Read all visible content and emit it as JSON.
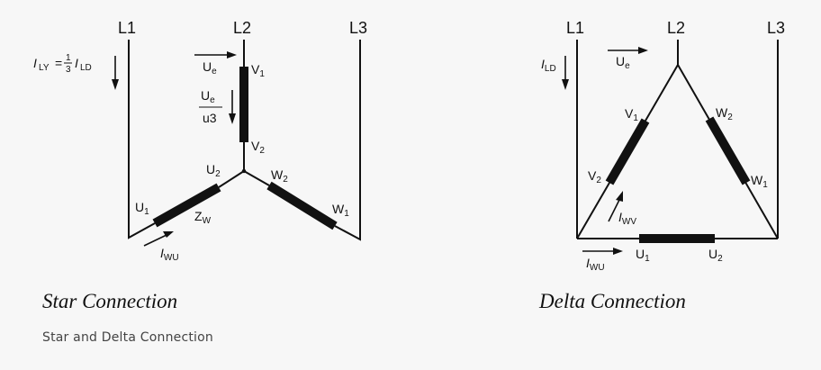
{
  "star": {
    "lines": {
      "l1": "L1",
      "l2": "L2",
      "l3": "L3"
    },
    "current_label": {
      "i": "I",
      "ly": "LY",
      "eq": "=",
      "num": "1",
      "den": "3",
      "i2": "I",
      "ld": "LD"
    },
    "ue_label": {
      "u": "U",
      "e": "e"
    },
    "phase_voltage": {
      "u": "U",
      "e": "e",
      "den": "u3"
    },
    "terminals": {
      "v1": {
        "main": "V",
        "sub": "1"
      },
      "v2": {
        "main": "V",
        "sub": "2"
      },
      "u1": {
        "main": "U",
        "sub": "1"
      },
      "u2": {
        "main": "U",
        "sub": "2"
      },
      "w1": {
        "main": "W",
        "sub": "1"
      },
      "w2": {
        "main": "W",
        "sub": "2"
      },
      "zw": {
        "main": "Z",
        "sub": "W"
      }
    },
    "iwu": {
      "i": "I",
      "sub": "WU"
    },
    "title": "Star Connection"
  },
  "delta": {
    "lines": {
      "l1": "L1",
      "l2": "L2",
      "l3": "L3"
    },
    "ild": {
      "i": "I",
      "sub": "LD"
    },
    "ue_label": {
      "u": "U",
      "e": "e"
    },
    "terminals": {
      "v1": {
        "main": "V",
        "sub": "1"
      },
      "v2": {
        "main": "V",
        "sub": "2"
      },
      "w1": {
        "main": "W",
        "sub": "1"
      },
      "w2": {
        "main": "W",
        "sub": "2"
      },
      "u1": {
        "main": "U",
        "sub": "1"
      },
      "u2": {
        "main": "U",
        "sub": "2"
      }
    },
    "iwv": {
      "i": "I",
      "sub": "WV"
    },
    "iwu": {
      "i": "I",
      "sub": "WU"
    },
    "title": "Delta Connection"
  },
  "caption": "Star and Delta Connection"
}
